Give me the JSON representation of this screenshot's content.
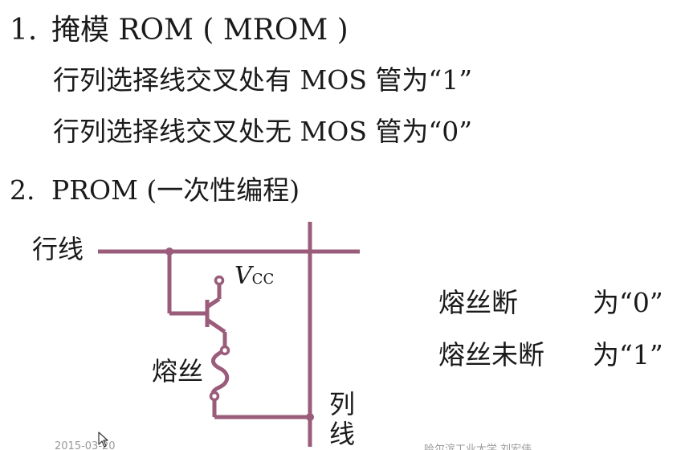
{
  "section1": {
    "number": "1.",
    "title": "掩模 ROM ( MROM )",
    "line1": "行列选择线交叉处有 MOS 管为“1”",
    "line2": "行列选择线交叉处无 MOS 管为“0”"
  },
  "section2": {
    "number": "2.",
    "title": "PROM (一次性编程)"
  },
  "diagram": {
    "row_line_label": "行线",
    "column_line_label_1": "列",
    "column_line_label_2": "线",
    "vcc_label": "V",
    "vcc_subscript": "CC",
    "fuse_label": "熔丝",
    "wire_color": "#9a5c7a"
  },
  "legend": {
    "blown_label": "熔丝断",
    "blown_value": "为“0”",
    "intact_label": "熔丝未断",
    "intact_value": "为“1”"
  },
  "footer": {
    "date": "2015-03-20",
    "source": "哈尔滨工业大学 刘宏伟"
  }
}
